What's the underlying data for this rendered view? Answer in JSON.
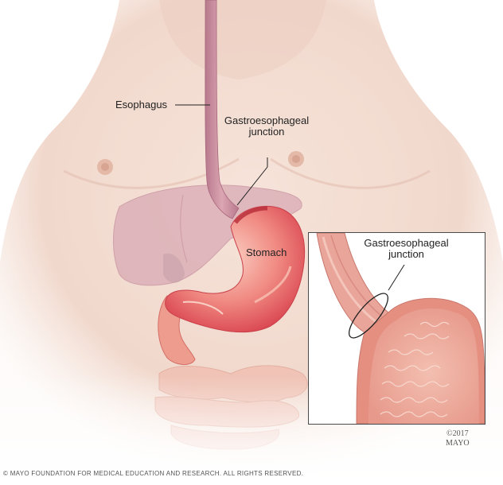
{
  "figure": {
    "type": "medical-illustration",
    "subject": "esophagus and stomach anatomy"
  },
  "labels": {
    "esophagus": "Esophagus",
    "ge_junction_line1": "Gastroesophageal",
    "ge_junction_line2": "junction",
    "stomach": "Stomach"
  },
  "inset": {
    "label_line1": "Gastroesophageal",
    "label_line2": "junction"
  },
  "credits": {
    "year": "©2017",
    "org": "MAYO",
    "footer": "© MAYO FOUNDATION FOR MEDICAL EDUCATION AND RESEARCH. ALL RIGHTS RESERVED."
  },
  "colors": {
    "skin": "#f3ddd3",
    "skin_shadow": "#e8c6b8",
    "stomach": "#e8636a",
    "stomach_light": "#f6a99a",
    "esophagus": "#c98a98",
    "liver": "#d7aeb6",
    "intestine": "#efb7a8",
    "inset_tissue": "#e89c8c",
    "inset_inner": "#efb3a3",
    "frame": "#4a4a4a",
    "text": "#222222"
  }
}
